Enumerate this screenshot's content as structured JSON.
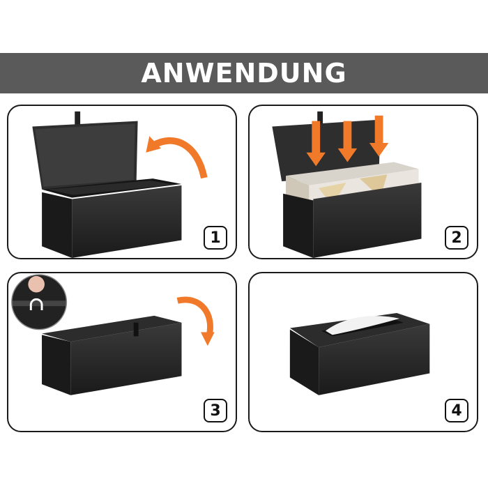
{
  "banner": {
    "title": "ANWENDUNG"
  },
  "steps": [
    {
      "number": "1"
    },
    {
      "number": "2"
    },
    {
      "number": "3"
    },
    {
      "number": "4"
    }
  ],
  "colors": {
    "banner": "#5a5a5a",
    "arrow": "#f07a2a",
    "box": "#1c1c1c"
  },
  "icons": [
    "curved-arrow-icon",
    "down-arrow-icon",
    "magnet-icon"
  ]
}
